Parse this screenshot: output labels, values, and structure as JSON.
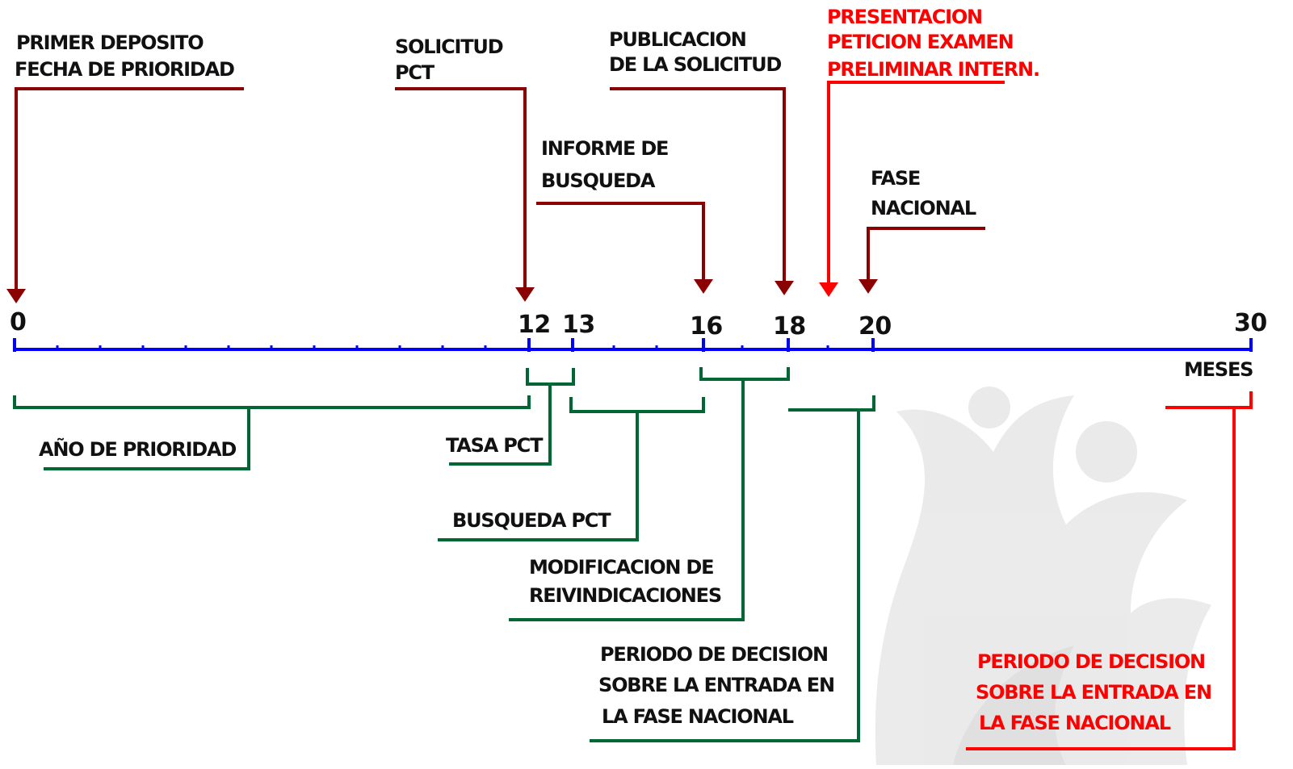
{
  "timeline": {
    "ticks": [
      {
        "label": "0"
      },
      {
        "label": "12"
      },
      {
        "label": "13"
      },
      {
        "label": "16"
      },
      {
        "label": "18"
      },
      {
        "label": "20"
      },
      {
        "label": "30"
      }
    ],
    "unit_label": "MESES"
  },
  "events": {
    "primer_deposito": {
      "line1": "PRIMER DEPOSITO",
      "line2": "FECHA DE PRIORIDAD"
    },
    "solicitud_pct": {
      "line1": "SOLICITUD",
      "line2": "PCT"
    },
    "publicacion": {
      "line1": "PUBLICACION",
      "line2": "DE LA SOLICITUD"
    },
    "presentacion": {
      "line1": "PRESENTACION",
      "line2": "PETICION EXAMEN",
      "line3": "PRELIMINAR INTERN."
    },
    "informe": {
      "line1": "INFORME DE",
      "line2": "BUSQUEDA"
    },
    "fase_nacional": {
      "line1": "FASE",
      "line2": "NACIONAL"
    }
  },
  "periods": {
    "ano_prioridad": "AÑO DE PRIORIDAD",
    "tasa_pct": "TASA PCT",
    "busqueda_pct": "BUSQUEDA PCT",
    "modificacion": {
      "line1": "MODIFICACION DE",
      "line2": "REIVINDICACIONES"
    },
    "decision_green": {
      "line1": "PERIODO DE DECISION",
      "line2": "SOBRE LA ENTRADA EN",
      "line3": "LA FASE NACIONAL"
    },
    "decision_red": {
      "line1": "PERIODO DE DECISION",
      "line2": "SOBRE LA ENTRADA EN",
      "line3": "LA FASE NACIONAL"
    }
  },
  "colors": {
    "axis": "#0000ff",
    "arrow": "#8b0000",
    "bracket": "#006633",
    "highlight": "#ff0000",
    "text": "#111111"
  }
}
